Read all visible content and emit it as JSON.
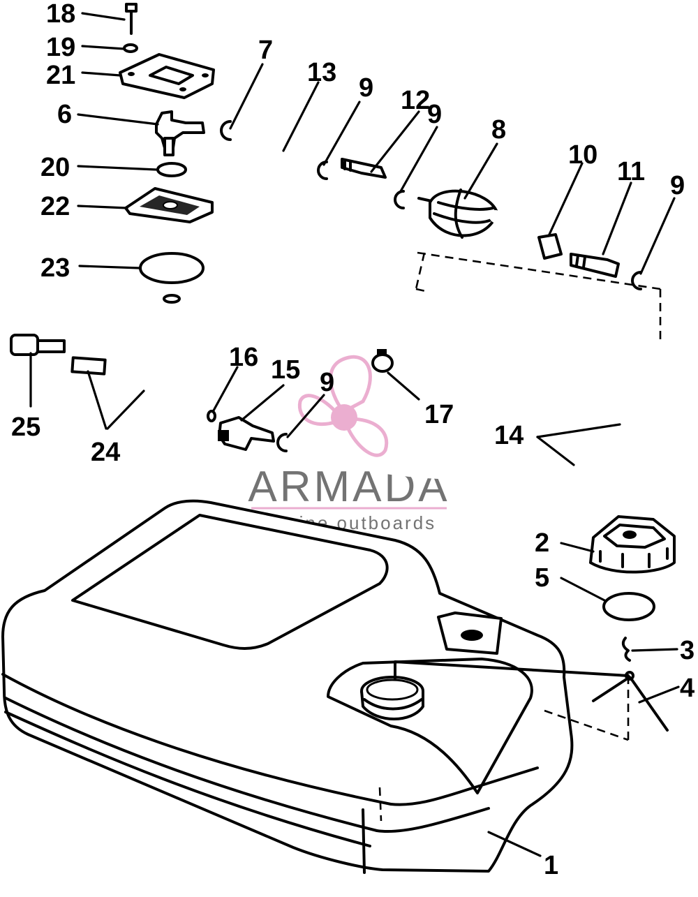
{
  "callouts": {
    "c1": "1",
    "c2": "2",
    "c3": "3",
    "c4": "4",
    "c5": "5",
    "c6": "6",
    "c7": "7",
    "c8": "8",
    "c9a": "9",
    "c9b": "9",
    "c9c": "9",
    "c9d": "9",
    "c10": "10",
    "c11": "11",
    "c12": "12",
    "c13": "13",
    "c14": "14",
    "c15": "15",
    "c16": "16",
    "c17": "17",
    "c18": "18",
    "c19": "19",
    "c20": "20",
    "c21": "21",
    "c22": "22",
    "c23": "23",
    "c24": "24",
    "c25": "25"
  },
  "watermark": {
    "brand": "ARMADA",
    "tagline": "marine outboards",
    "accent_color": "#e8a0c8"
  }
}
